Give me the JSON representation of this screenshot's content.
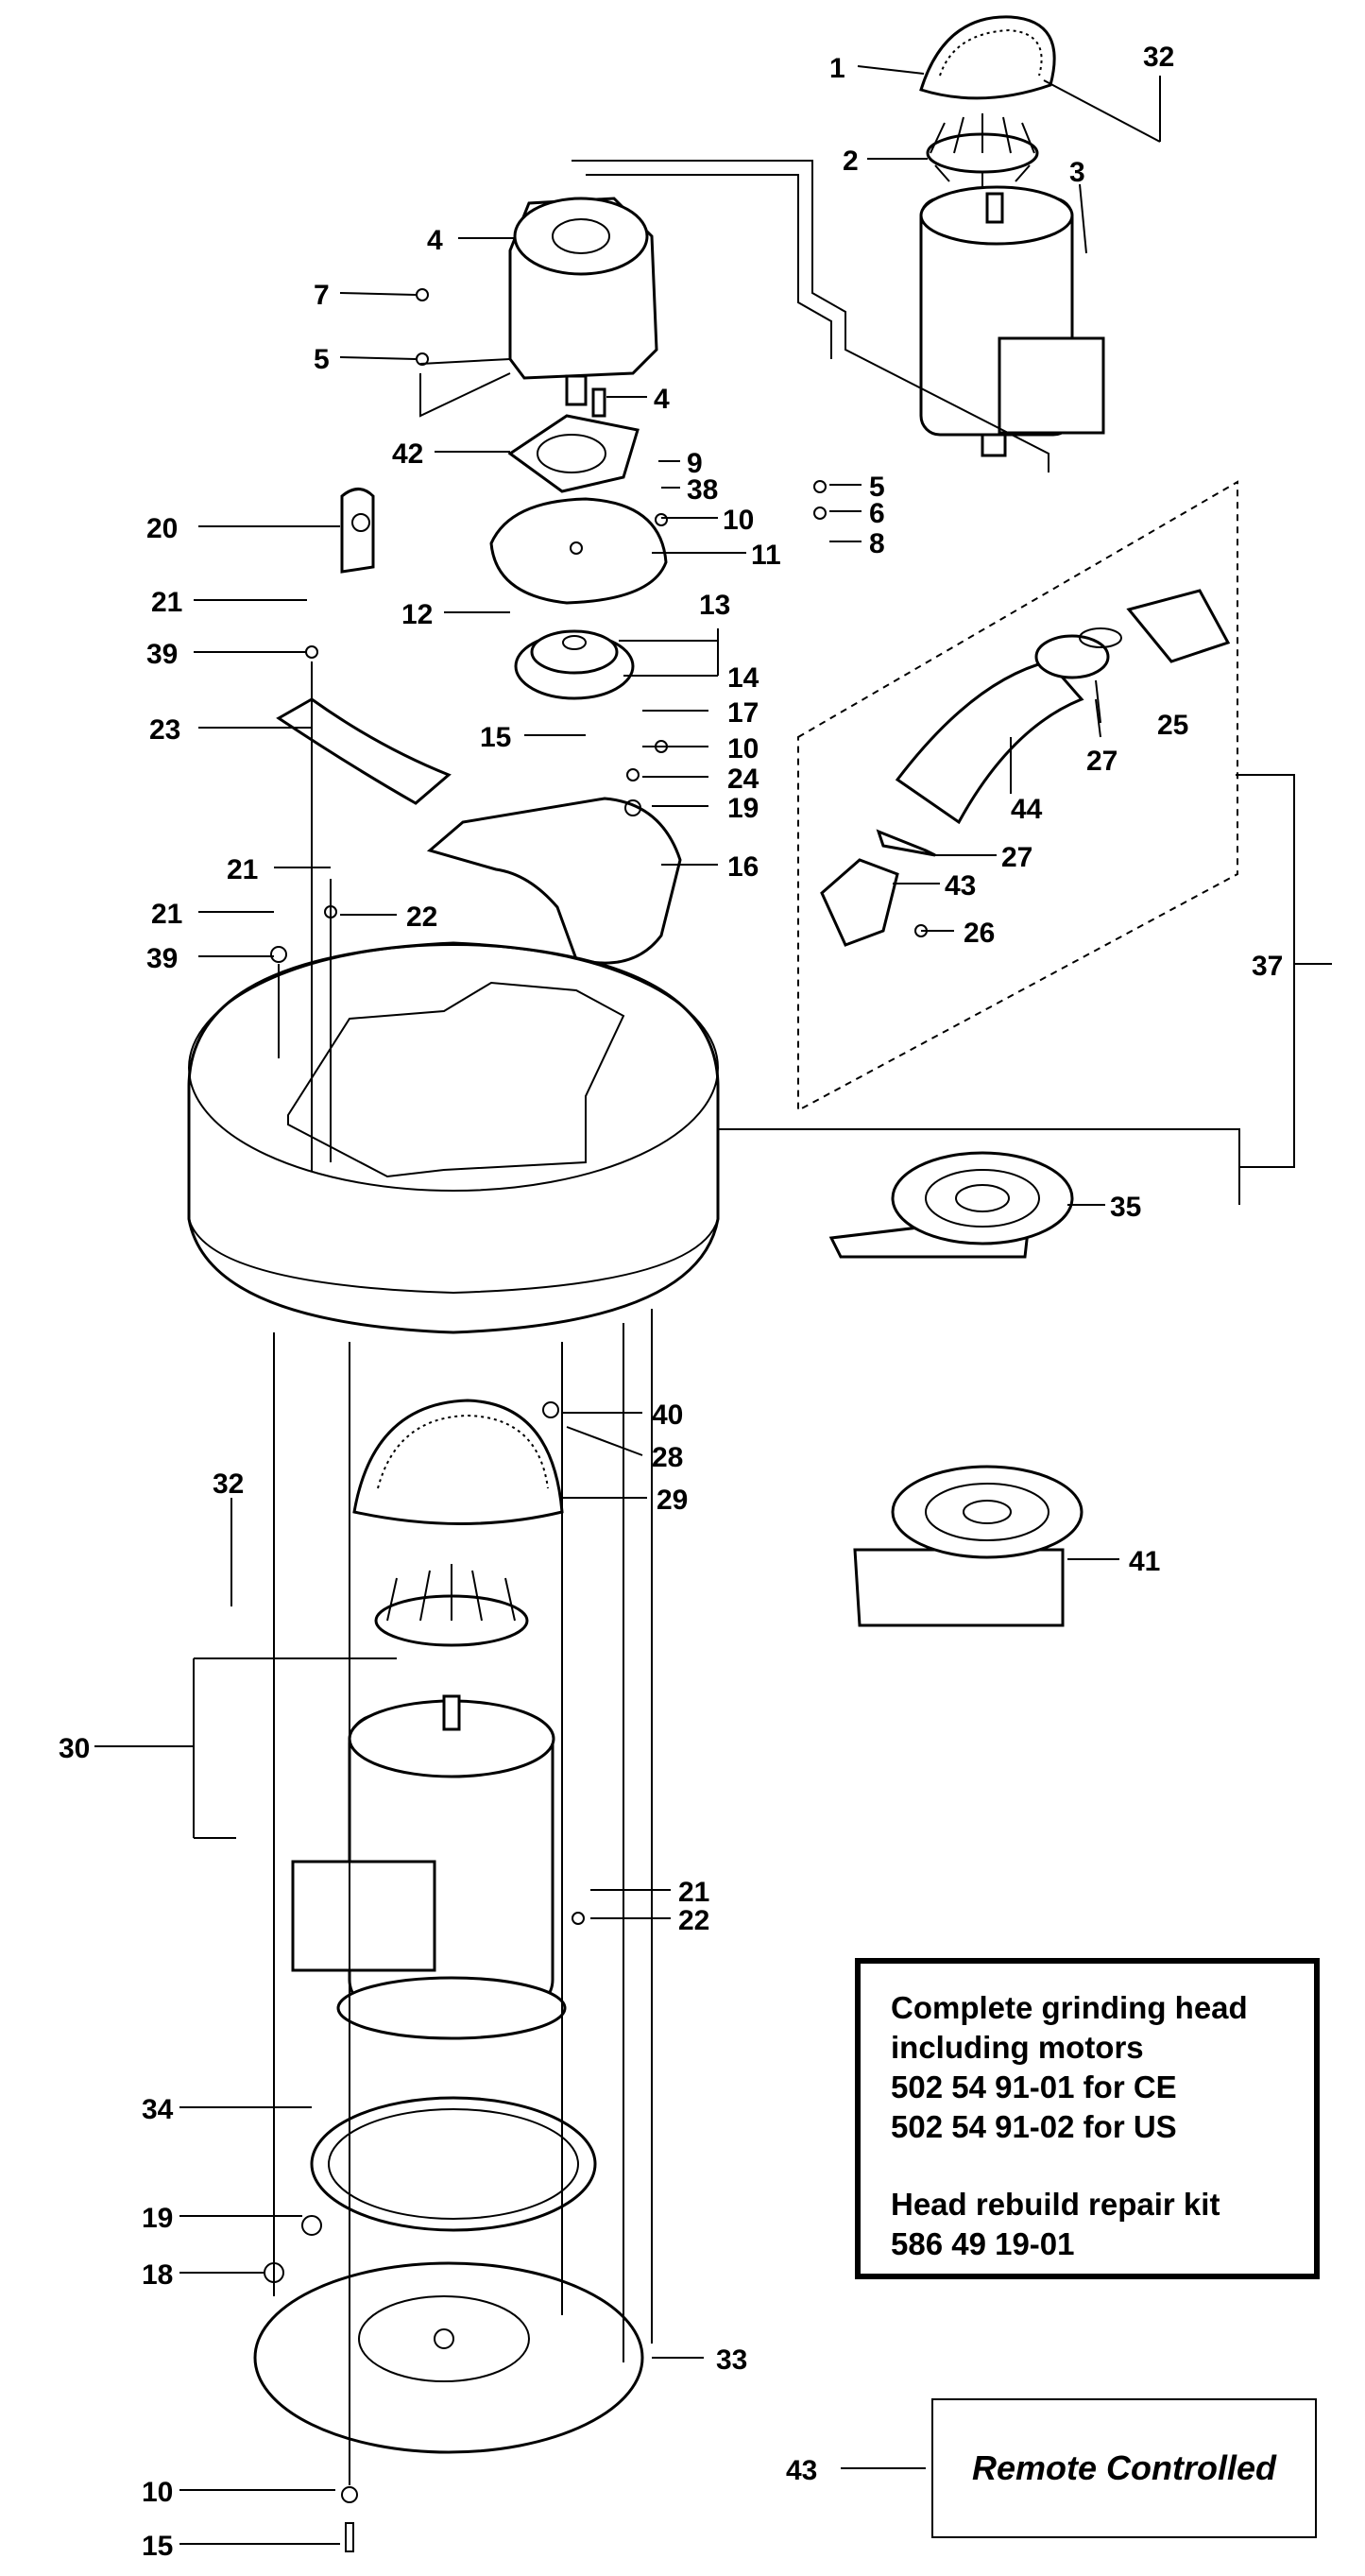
{
  "diagram": {
    "callouts": [
      "1",
      "32",
      "2",
      "3",
      "4",
      "7",
      "5",
      "4",
      "42",
      "9",
      "38",
      "5",
      "6",
      "8",
      "20",
      "10",
      "11",
      "21",
      "12",
      "13",
      "39",
      "14",
      "23",
      "15",
      "17",
      "10",
      "24",
      "19",
      "21",
      "16",
      "21",
      "22",
      "39",
      "37",
      "35",
      "40",
      "28",
      "32",
      "29",
      "41",
      "30",
      "21",
      "22",
      "34",
      "19",
      "18",
      "33",
      "10",
      "15",
      "25",
      "27",
      "44",
      "27",
      "43",
      "26",
      "43"
    ],
    "kit_box": {
      "line1": "Complete grinding head",
      "line2": "including motors",
      "line3": "502 54 91-01 for CE",
      "line4": "502 54 91-02 for US",
      "line5": "Head rebuild repair kit",
      "line6": "586 49 19-01"
    },
    "remote_box": {
      "label": "Remote Controlled"
    }
  }
}
